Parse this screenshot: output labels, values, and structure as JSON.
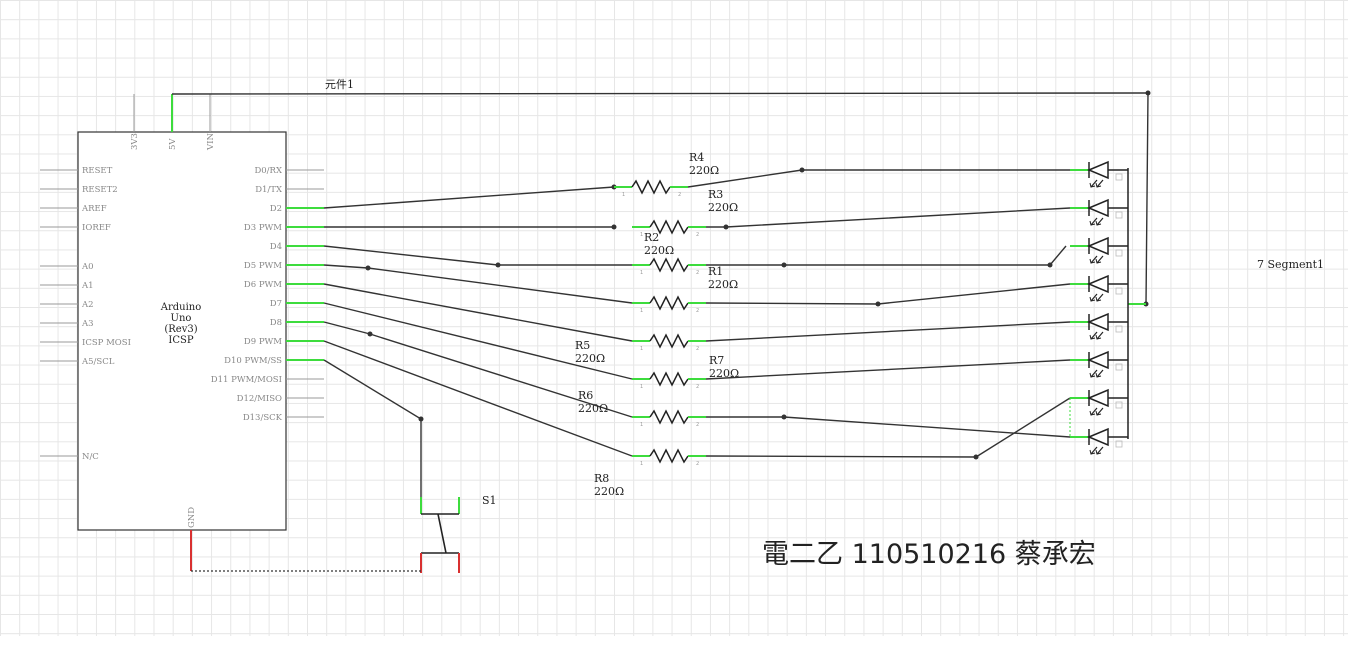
{
  "background": "#ffffff",
  "colors": {
    "wire": "#333333",
    "connected_pin": "#3ddc3d",
    "gnd_pin": "#d93030",
    "grid": "#e6e6e6"
  },
  "arduino": {
    "name_lines": [
      "Arduino",
      "Uno",
      "(Rev3)",
      "ICSP"
    ],
    "top_pins": [
      "3V3",
      "5V",
      "VIN"
    ],
    "bottom_pin": "GND",
    "left_pins": [
      "RESET",
      "RESET2",
      "AREF",
      "IOREF",
      "A0",
      "A1",
      "A2",
      "A3",
      "ICSP MOSI",
      "A5/SCL",
      "N/C"
    ],
    "right_pins": [
      "D0/RX",
      "D1/TX",
      "D2",
      "D3 PWM",
      "D4",
      "D5 PWM",
      "D6 PWM",
      "D7",
      "D8",
      "D9 PWM",
      "D10 PWM/SS",
      "D11 PWM/MOSI",
      "D12/MISO",
      "D13/SCK"
    ]
  },
  "resistors": [
    {
      "name": "R4",
      "value": "220Ω"
    },
    {
      "name": "R3",
      "value": "220Ω"
    },
    {
      "name": "R2",
      "value": "220Ω"
    },
    {
      "name": "R1",
      "value": "220Ω"
    },
    {
      "name": "R5",
      "value": "220Ω"
    },
    {
      "name": "R7",
      "value": "220Ω"
    },
    {
      "name": "R6",
      "value": "220Ω"
    },
    {
      "name": "R8",
      "value": "220Ω"
    }
  ],
  "labels": {
    "net": "元件1",
    "segment": "7 Segment1",
    "switch": "S1",
    "pin1": "1",
    "pin2": "2"
  },
  "title": "電二乙 110510216 蔡承宏"
}
